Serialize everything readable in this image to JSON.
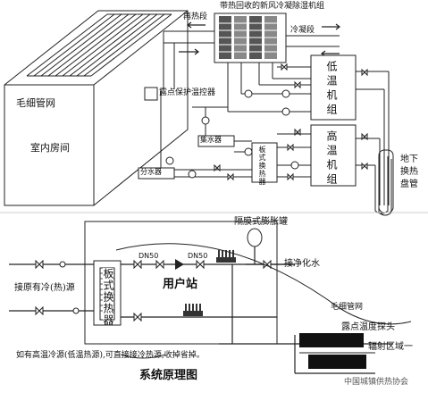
{
  "top": {
    "unit_title": "带热回收的新风冷凝除湿机组",
    "reheat": "再热段",
    "condense": "冷凝段",
    "capillary": "毛细管网",
    "indoor": "室内房间",
    "dew_ctrl": "露点保护温控器",
    "collector": "集水器",
    "distributor": "分水器",
    "plate_hx": "板式换热器",
    "low_temp_unit": "低温机组",
    "high_temp_unit": "高温机组",
    "ground_hx": "地下换热盘管"
  },
  "bottom": {
    "tank": "隔膜式膨胀罐",
    "dn50_a": "DN50",
    "dn50_b": "DN50",
    "to_purified_water": "接净化水",
    "source": "接原有冷(热)源",
    "user_station": "用户站",
    "capillary": "毛细管网",
    "dew_probe": "露点温度探头",
    "radiant_zone": "辐射区域一",
    "note": "如有高温冷源(低温热源),可直接接冷热源,收掉省掉。",
    "title": "系统原理图",
    "watermark": "中国城镇供热协会",
    "hx_vertical": "板式换热器"
  }
}
